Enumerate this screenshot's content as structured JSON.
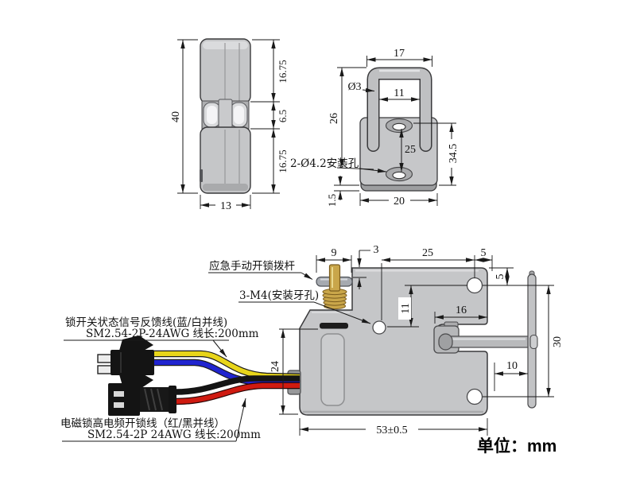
{
  "units_label": "单位：mm",
  "side_view": {
    "dim_total_height": "40",
    "dim_top_segment": "16.75",
    "dim_mid_segment": "6.5",
    "dim_bottom_segment": "16.75",
    "dim_width": "13"
  },
  "bracket_view": {
    "dim_hook_outer_width": "17",
    "dim_rod_diameter": "Ø3",
    "dim_hook_inner_width": "11",
    "dim_hook_height": "26",
    "dim_hole_spacing": "25",
    "dim_total_height": "34.5",
    "dim_plate_width": "20",
    "dim_plate_thickness": "1.5",
    "label_mounting_holes": "2-Ø4.2安装孔"
  },
  "main_view": {
    "label_lever": "应急手动开锁拨杆",
    "label_thread_holes": "3-M4(安装牙孔)",
    "signal_wire": {
      "line1": "锁开关状态信号反馈线(蓝/白并线)",
      "line2": "SM2.54-2P-24AWG 线长:200mm"
    },
    "power_wire": {
      "line1": "电磁锁高电频开锁线（红/黑并线）",
      "line2": "SM2.54-2P 24AWG 线长:200mm"
    },
    "dim_lever_pin_length": "9",
    "dim_step": "3",
    "dim_hole_spacing_x": "25",
    "dim_hole_edge_x": "5",
    "dim_hole_edge_y": "5",
    "dim_hole_offset_y": "11",
    "dim_notch_depth": "16",
    "dim_strike_plate_height": "30",
    "dim_body_height": "24",
    "dim_plate_gap": "10",
    "dim_body_width": "53±0.5"
  },
  "colors": {
    "body_gray": "#c5c6c8",
    "outline": "#3a3a3c",
    "brass": "#c9a64a",
    "wire_yellow": "#e8d51a",
    "wire_blue": "#2024cf",
    "wire_red": "#cf1a10",
    "wire_black": "#141414"
  }
}
